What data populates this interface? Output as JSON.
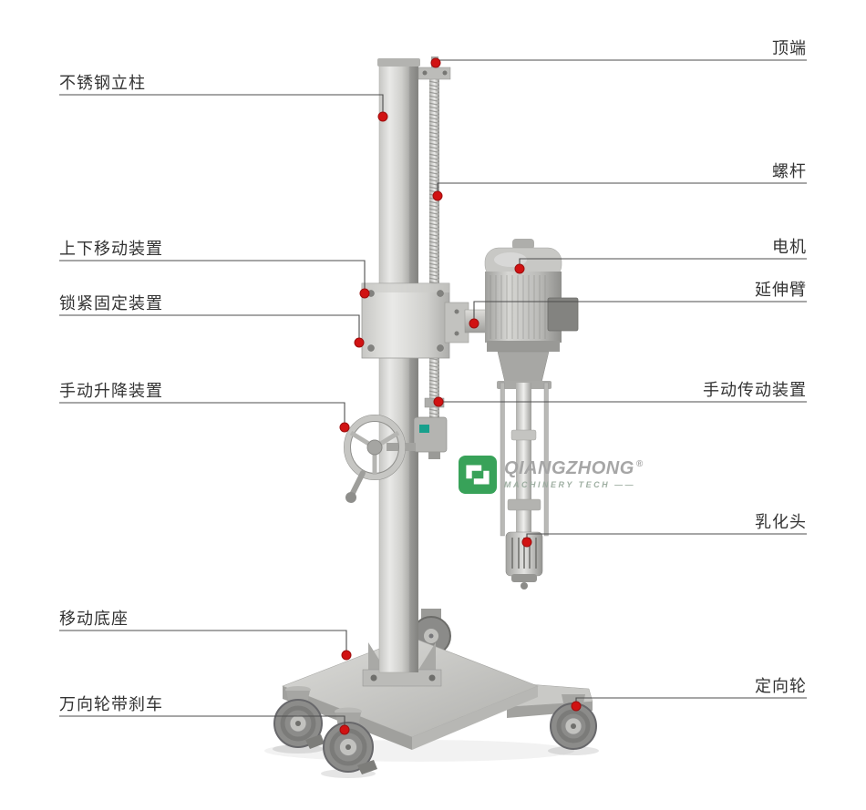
{
  "page": {
    "background": "#ffffff",
    "description_visible_subject": "annotated emulsifier lifting machine product diagram"
  },
  "colors": {
    "accent_red": "#d11212",
    "callout_line": "#4d4d4d",
    "label_text": "#333333",
    "logo_green": "#2e9e51",
    "logo_gray": "#a2a2a2",
    "steel_light": "#e9e9e7",
    "steel_dark": "#8a8a87"
  },
  "callouts": {
    "left": [
      {
        "label": "不锈钢立柱"
      },
      {
        "label": "上下移动装置"
      },
      {
        "label": "锁紧固定装置"
      },
      {
        "label": "手动升降装置"
      },
      {
        "label": "移动底座"
      },
      {
        "label": "万向轮带刹车"
      }
    ],
    "right": [
      {
        "label": "顶端"
      },
      {
        "label": "螺杆"
      },
      {
        "label": "电机"
      },
      {
        "label": "延伸臂"
      },
      {
        "label": "手动传动装置"
      },
      {
        "label": "乳化头"
      },
      {
        "label": "定向轮"
      }
    ]
  },
  "watermark": {
    "brand": "QIANGZHONG",
    "registered": "®",
    "tagline": "MACHINERY TECH ——"
  }
}
